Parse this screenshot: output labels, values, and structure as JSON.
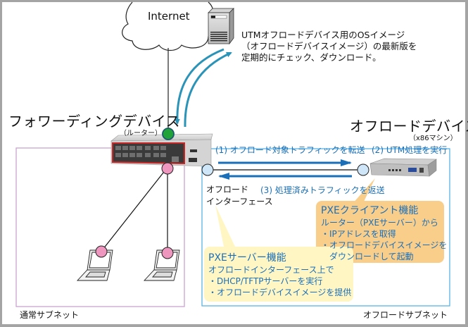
{
  "internet": {
    "label": "Internet"
  },
  "server_note": {
    "lines": [
      "UTMオフロードデバイス用のOSイメージ",
      "（オフロードデバイスイメージ）の最新版を",
      "定期的にチェック、ダウンロード。"
    ]
  },
  "forwarding_device": {
    "title": "フォワーディングデバイス",
    "subtitle": "（ルーター）"
  },
  "offload_device": {
    "title": "オフロードデバイス",
    "subtitle": "（x86マシン）"
  },
  "steps": {
    "step1": "(1) オフロード対象トラフィックを転送",
    "step2": "(2) UTM処理を実行",
    "step3": "(3) 処理済みトラフィックを返送"
  },
  "offload_interface": {
    "lines": [
      "オフロード",
      "インターフェース"
    ]
  },
  "pxe_client": {
    "title": "PXEクライアント機能",
    "lines": [
      "ルーター（PXEサーバー）から",
      "・IPアドレスを取得",
      "・オフロードデバイスイメージを",
      "　ダウンロードして起動"
    ]
  },
  "pxe_server": {
    "title": "PXEサーバー機能",
    "lines": [
      "オフロードインターフェース上で",
      "・DHCP/TFTPサーバーを実行",
      "・オフロードデバイスイメージを提供"
    ]
  },
  "subnets": {
    "normal": "通常サブネット",
    "offload": "オフロードサブネット"
  },
  "colors": {
    "arrow_teal": "#2a93b8",
    "arrow_blue": "#1a6fb8",
    "node_green": "#22a33a",
    "node_pink": "#ef96bf",
    "node_lightblue": "#cfe6f8",
    "normal_subnet_border": "#c9a3cf",
    "offload_subnet_border": "#5bb4e6",
    "pxe_client_fill": "#f9cd8a",
    "pxe_server_fill": "#fff6c4"
  }
}
